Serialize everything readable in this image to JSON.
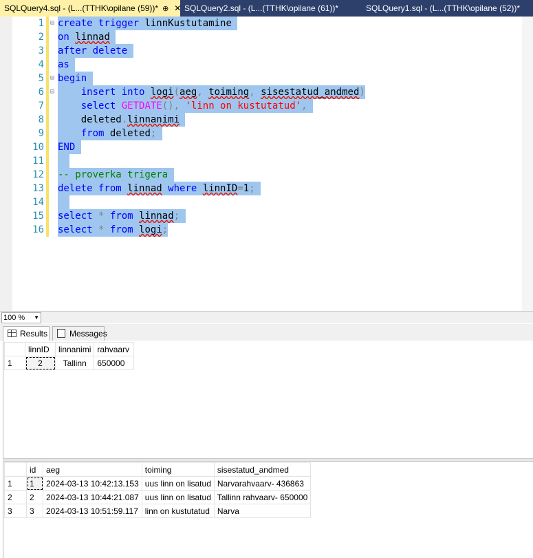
{
  "tabs": [
    {
      "label": "SQLQuery4.sql - (L...(TTHK\\opilane (59))*",
      "pin": "⊕",
      "close": "✕"
    },
    {
      "label": "SQLQuery2.sql - (L...(TTHK\\opilane (61))*"
    },
    {
      "label": "SQLQuery1.sql - (L...(TTHK\\opilane (52))*"
    }
  ],
  "editor": {
    "line_numbers": [
      "1",
      "2",
      "3",
      "4",
      "5",
      "6",
      "7",
      "8",
      "9",
      "10",
      "11",
      "12",
      "13",
      "14",
      "15",
      "16"
    ],
    "lines": [
      {
        "t": "create trigger linnKustutamine"
      },
      {
        "t": "on linnad"
      },
      {
        "t": "after delete"
      },
      {
        "t": "as"
      },
      {
        "t": "begin"
      },
      {
        "t": "    insert into logi(aeg, toiming, sisestatud_andmed)"
      },
      {
        "t": "    select GETDATE(), 'linn on kustutatud',"
      },
      {
        "t": "    deleted.linnanimi"
      },
      {
        "t": "    from deleted;"
      },
      {
        "t": "END"
      },
      {
        "t": ""
      },
      {
        "t": "-- proverka trigera"
      },
      {
        "t": "delete from linnad where linnID=1;"
      },
      {
        "t": ""
      },
      {
        "t": "select * from linnad;"
      },
      {
        "t": "select * from logi;"
      }
    ]
  },
  "zoom": {
    "value": "100 %"
  },
  "result_tabs": {
    "results": "Results",
    "messages": "Messages"
  },
  "grid1": {
    "columns": [
      "linnID",
      "linnanimi",
      "rahvaarv"
    ],
    "rows": [
      [
        "1",
        "2",
        "Tallinn",
        "650000"
      ]
    ]
  },
  "grid2": {
    "columns": [
      "id",
      "aeg",
      "toiming",
      "sisestatud_andmed"
    ],
    "rows": [
      [
        "1",
        "1",
        "2024-03-13 10:42:13.153",
        "uus linn on lisatud",
        "Narvarahvaarv- 436863"
      ],
      [
        "2",
        "2",
        "2024-03-13 10:44:21.087",
        "uus linn on lisatud",
        "Tallinn rahvaarv- 650000"
      ],
      [
        "3",
        "3",
        "2024-03-13 10:51:59.117",
        "linn on kustutatud",
        "Narva"
      ]
    ]
  },
  "colors": {
    "tab_active": "#fff1a8",
    "tabstrip": "#2d3f6b",
    "selection": "#9fc6ef",
    "keyword": "#0000ff"
  }
}
